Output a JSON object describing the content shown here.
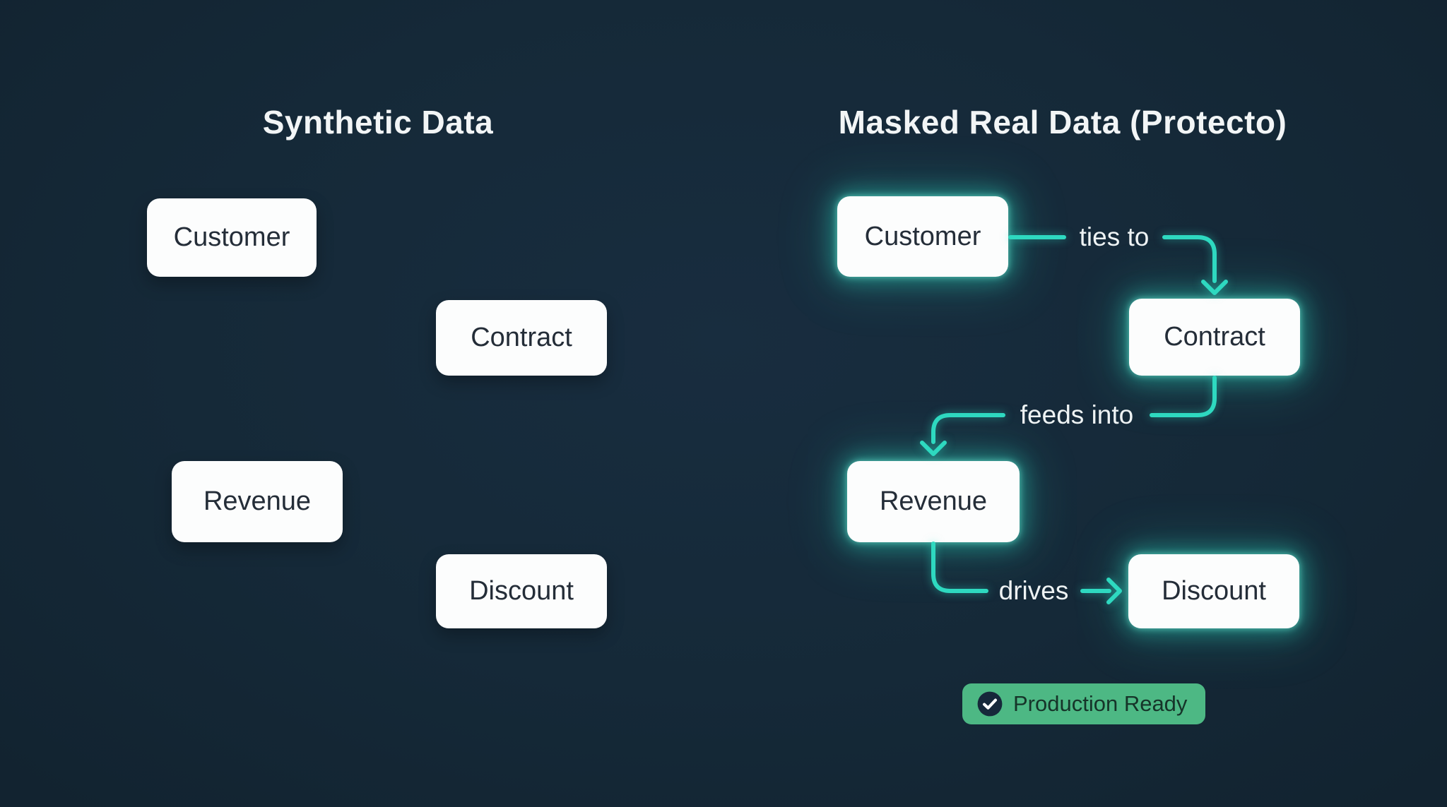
{
  "colors": {
    "background": "#152938",
    "accent_teal": "#2ed9c0",
    "node_background": "#fcfdfd",
    "node_text": "#242d38",
    "title_text": "#f2f5f6",
    "badge_background": "#4db884",
    "badge_text": "#163429",
    "edge_label_text": "#eef3f4"
  },
  "left_panel": {
    "title": "Synthetic Data",
    "nodes": [
      {
        "label": "Customer"
      },
      {
        "label": "Contract"
      },
      {
        "label": "Revenue"
      },
      {
        "label": "Discount"
      }
    ]
  },
  "right_panel": {
    "title": "Masked Real Data (Protecto)",
    "nodes": [
      {
        "label": "Customer"
      },
      {
        "label": "Contract"
      },
      {
        "label": "Revenue"
      },
      {
        "label": "Discount"
      }
    ],
    "edges": [
      {
        "from": "Customer",
        "to": "Contract",
        "label": "ties to"
      },
      {
        "from": "Contract",
        "to": "Revenue",
        "label": "feeds into"
      },
      {
        "from": "Revenue",
        "to": "Discount",
        "label": "drives"
      }
    ],
    "badge": {
      "label": "Production Ready",
      "icon": "check-circle-icon"
    }
  }
}
